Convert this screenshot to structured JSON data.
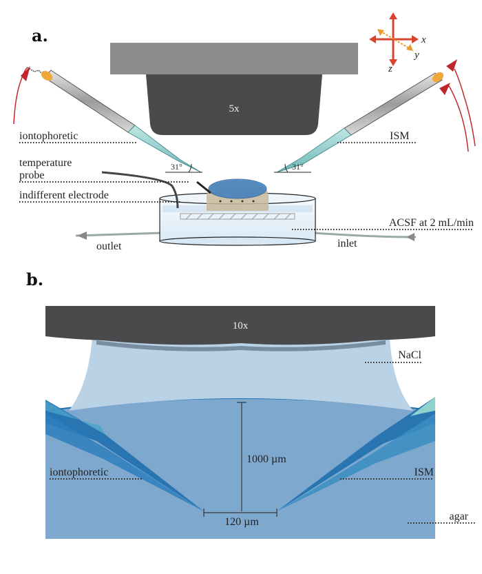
{
  "panel_a": {
    "panel_label": "a.",
    "objective_label": "5x",
    "labels": {
      "iontophoretic": "iontophoretic",
      "ism": "ISM",
      "temperature_probe_line1": "temperature",
      "temperature_probe_line2": "probe",
      "indifferent_electrode": "indifferent electrode",
      "acsf": "ACSF at 2 mL/min",
      "outlet": "outlet",
      "inlet": "inlet"
    },
    "angle_left": "31°",
    "angle_right": "31°",
    "axes": {
      "x": "x",
      "y": "y",
      "z": "z"
    }
  },
  "panel_b": {
    "panel_label": "b.",
    "objective_label": "10x",
    "labels": {
      "nacl": "NaCl",
      "iontophoretic": "iontophoretic",
      "ism": "ISM",
      "agar": "agar"
    },
    "depth_label": "1000 µm",
    "spacing_label": "120 µm"
  },
  "colors": {
    "objective_light": "#8d8d8f",
    "objective_dark": "#4a4a4c",
    "pipette_tip": "#8fd0cf",
    "agar": "#7fa8cf",
    "nacl": "#b9d2e6",
    "electrode_blue": "#1f6fae",
    "axis_red": "#d9442f",
    "axis_orange": "#e89a2c"
  }
}
